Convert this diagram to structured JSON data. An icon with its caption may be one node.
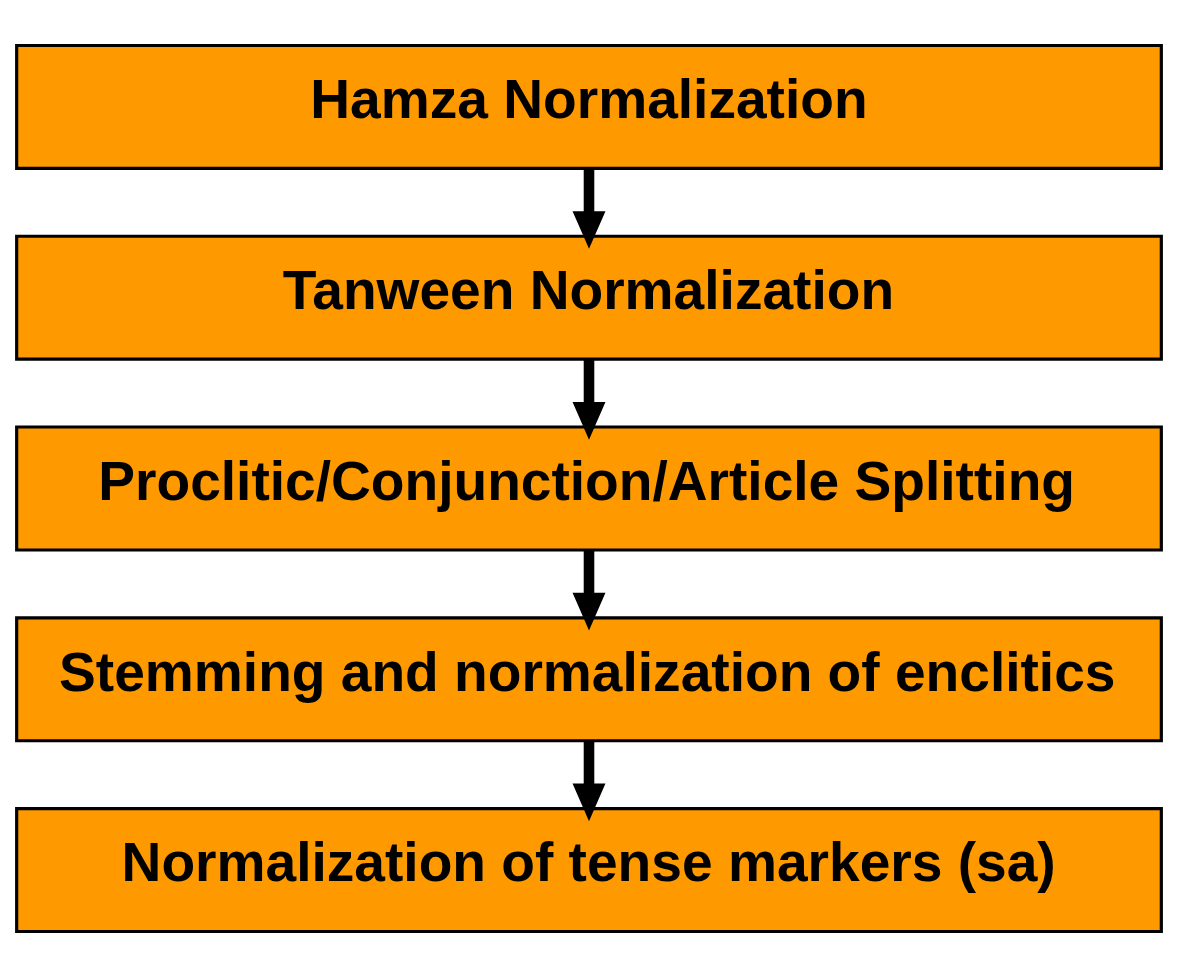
{
  "diagram": {
    "nodes": [
      {
        "text": [
          "Hamza Normalization"
        ]
      },
      {
        "text": [
          "Tanween Normalization"
        ]
      },
      {
        "text": [
          "Proclitic/Conjunction/Article Splitting"
        ]
      },
      {
        "text": [
          "Stemming and normalization of enclitics"
        ]
      },
      {
        "text": [
          "Normalization of tense markers (sa)"
        ]
      }
    ],
    "edges": [
      {
        "from": 0,
        "to": 1,
        "arrow": "to"
      },
      {
        "from": 1,
        "to": 2,
        "arrow": "to"
      },
      {
        "from": 2,
        "to": 3,
        "arrow": "to"
      },
      {
        "from": 3,
        "to": 4,
        "arrow": "to"
      }
    ]
  }
}
